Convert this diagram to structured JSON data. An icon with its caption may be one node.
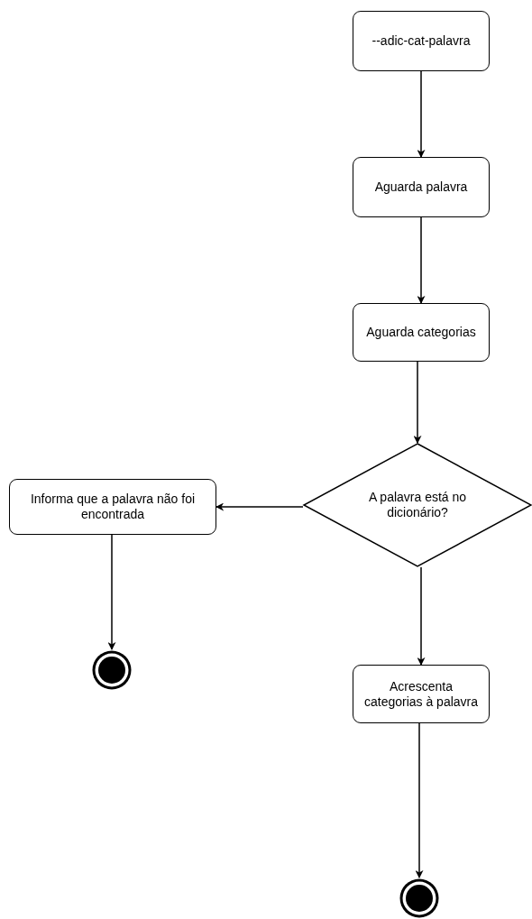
{
  "diagram": {
    "nodes": [
      {
        "text": [
          "--adic-cat-palavra"
        ]
      },
      {
        "text": [
          "Aguarda palavra"
        ]
      },
      {
        "text": [
          "Aguarda categorias"
        ]
      },
      {
        "text": [
          "A palavra está no dicionário?"
        ]
      },
      {
        "text": [
          "Informa que a palavra não foi encontrada"
        ]
      },
      {
        "text": [],
        "shape": "circle"
      },
      {
        "text": [
          "Acrescenta categorias à palavra"
        ]
      },
      {
        "text": [],
        "shape": "circle"
      }
    ],
    "edges": [
      {
        "from": 0,
        "to": 1,
        "arrow": "to"
      },
      {
        "from": 1,
        "to": 2,
        "arrow": "to"
      },
      {
        "from": 2,
        "to": 3,
        "arrow": "to"
      },
      {
        "from": 3,
        "to": 4,
        "arrow": "to"
      },
      {
        "from": 4,
        "to": 5,
        "arrow": "to"
      },
      {
        "from": 3,
        "to": 6,
        "arrow": "to"
      },
      {
        "from": 6,
        "to": 7,
        "arrow": "to"
      }
    ]
  }
}
